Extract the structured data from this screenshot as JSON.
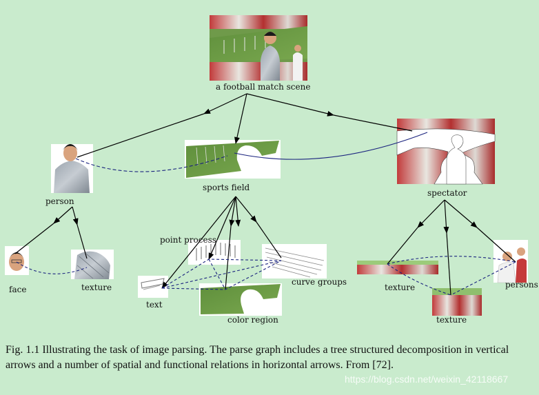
{
  "nodes": {
    "scene": "a football match scene",
    "person": "person",
    "sports_field": "sports field",
    "spectator": "spectator",
    "face": "face",
    "person_texture": "texture",
    "point_process": "point process",
    "text": "text",
    "curve_groups": "curve groups",
    "color_region": "color region",
    "spectator_texture": "texture",
    "persons": "persons",
    "crowd_texture": "texture"
  },
  "caption": {
    "fig_label": "Fig. 1.1",
    "text": "Illustrating the task of image parsing. The parse graph includes a tree structured decomposition in vertical arrows and a number of spatial and functional relations in horizontal arrows. From [72]."
  },
  "watermark": "https://blog.csdn.net/weixin_42118667",
  "colors": {
    "background": "#c9ebcd",
    "tree_arrow": "#000000",
    "relation_dashed": "#1a237e"
  }
}
